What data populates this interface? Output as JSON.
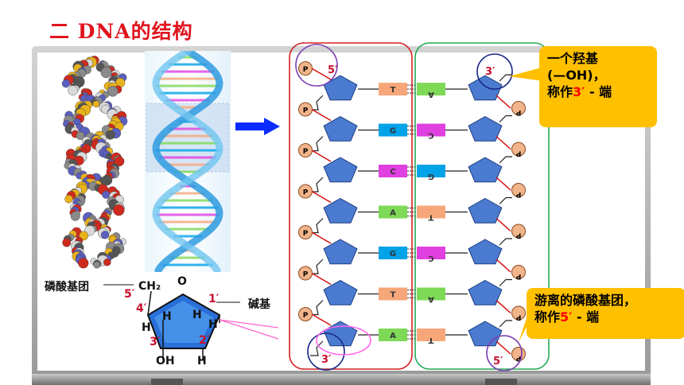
{
  "title": "二 DNA的结构",
  "pentagon_labels": {
    "phosphate_group": "磷酸基团",
    "ch2": "CH₂",
    "ring_o": "O",
    "base": "碱基",
    "h": "H",
    "oh": "OH",
    "c1": "1′",
    "c2": "2′",
    "c3": "3′",
    "c4": "4′",
    "c5": "5′"
  },
  "left_strand_bases": [
    "T",
    "G",
    "C",
    "A",
    "G",
    "T",
    "A"
  ],
  "right_strand_bases": [
    "A",
    "C",
    "G",
    "T",
    "C",
    "A",
    "T"
  ],
  "phosphate_label": "P",
  "end_labels": {
    "top_left": "5′",
    "top_right": "3′",
    "bottom_left": "3′",
    "bottom_right": "5′"
  },
  "callout_3": {
    "line1": "一个羟基",
    "line2": "(—OH)，",
    "line3_prefix": "称作",
    "line3_highlight": "3′",
    "line3_suffix": " - 端"
  },
  "callout_5": {
    "line1": "游离的磷酸基团，",
    "line2_prefix": "称作",
    "line2_highlight": "5′",
    "line2_suffix": " - 端"
  },
  "colors": {
    "title": "#e0141e",
    "T": "#f6a77a",
    "G": "#00a2e8",
    "C": "#e040e0",
    "A": "#7ed957",
    "sugar": "#4a7bd0",
    "phosphate": "#f2b48a",
    "left_strand_box": "#d42020",
    "right_strand_box": "#22aa55",
    "callout": "#ffc000"
  }
}
